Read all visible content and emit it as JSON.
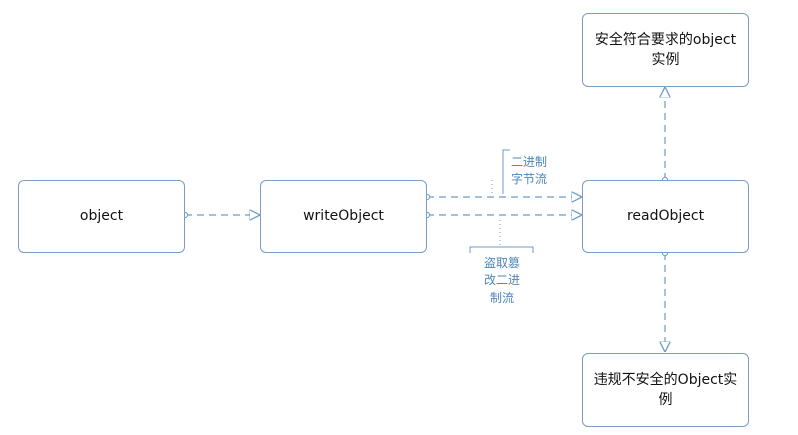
{
  "nodes": {
    "object": "object",
    "write_object": "writeObject",
    "read_object": "readObject",
    "safe_instance": "安全符合要求的object\n实例",
    "unsafe_instance": "违规不安全的Object实\n例"
  },
  "notes": {
    "binary_stream": "二进制\n字节流",
    "tampered_stream": "盗取篡\n改二进\n制流"
  },
  "colors": {
    "node_border": "#7a9cc6",
    "connector": "#6c9bc8",
    "note_text": "#4f86b8"
  }
}
